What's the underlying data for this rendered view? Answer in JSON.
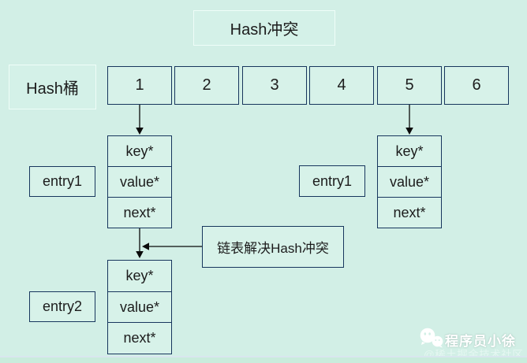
{
  "title": "Hash冲突",
  "bucket_row": {
    "label": "Hash桶",
    "buckets": [
      "1",
      "2",
      "3",
      "4",
      "5",
      "6"
    ]
  },
  "stacks": {
    "entry1_left": {
      "cells": [
        "key*",
        "value*",
        "next*"
      ]
    },
    "entry1_right": {
      "cells": [
        "key*",
        "value*",
        "next*"
      ]
    },
    "entry2": {
      "cells": [
        "key*",
        "value*",
        "next*"
      ]
    }
  },
  "entry_labels": {
    "left": "entry1",
    "right": "entry1",
    "bottom": "entry2"
  },
  "annotation": "链表解决Hash冲突",
  "watermark": {
    "icon": "wechat-icon",
    "name": "程序员小徐",
    "community": "@稀土掘金技术社区"
  },
  "colors": {
    "background": "#d2efe6",
    "box_border_navy": "#17365d",
    "box_border_white": "#effdf8",
    "arrow": "#0a0a0a",
    "text": "#1c1c1c",
    "watermark_text": "#ffffff"
  }
}
